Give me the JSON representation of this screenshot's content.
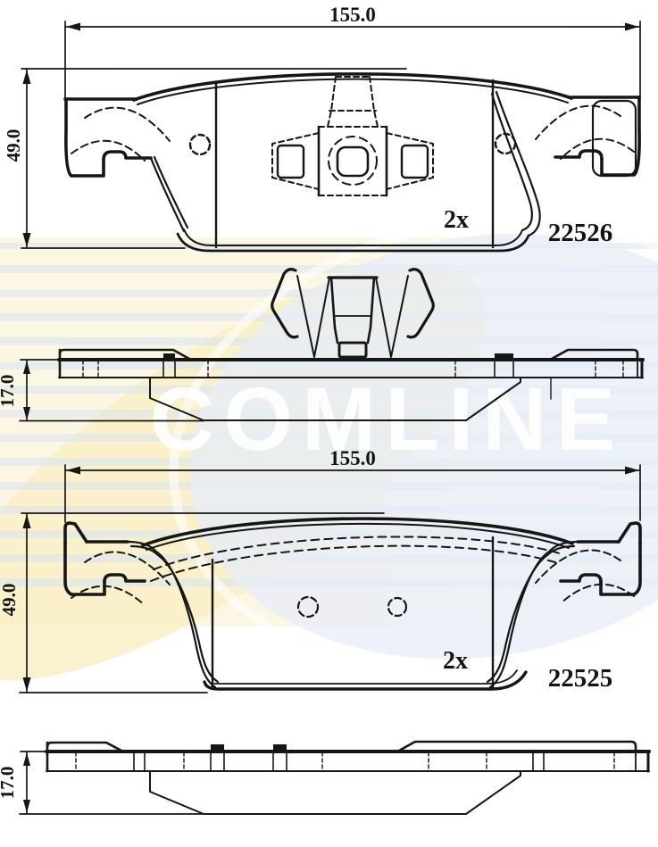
{
  "watermark": {
    "text": "COMLINE"
  },
  "top_front": {
    "width_mm": "155.0",
    "height_mm": "49.0",
    "quantity_label": "2x",
    "part_number": "22526"
  },
  "top_side": {
    "thickness_mm": "17.0"
  },
  "bottom_front": {
    "width_mm": "155.0",
    "height_mm": "49.0",
    "quantity_label": "2x",
    "part_number": "22525"
  },
  "bottom_side": {
    "thickness_mm": "17.0"
  },
  "colors": {
    "line": "#161616",
    "stripe_blue": "#d7e5f2",
    "ellipse_blue": "#e8edf7",
    "cream": "#fcf7e3",
    "swoosh_yellow": "#f9efc3",
    "watermark_text": "#ffffff"
  }
}
